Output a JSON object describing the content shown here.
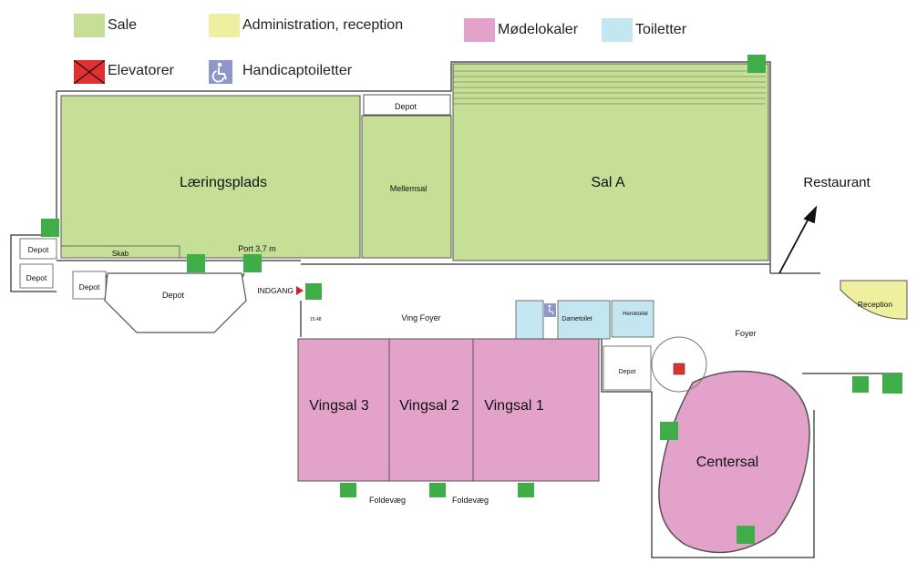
{
  "legend": {
    "sale": {
      "label": "Sale",
      "color": "#c6df96"
    },
    "admin": {
      "label": "Administration, reception",
      "color": "#eef0a0"
    },
    "moede": {
      "label": "Mødelokaler",
      "color": "#e3a2c9"
    },
    "toilet": {
      "label": "Toiletter",
      "color": "#c4e6f0"
    },
    "elevator": {
      "label": "Elevatorer",
      "color": "#e03030"
    },
    "handicap": {
      "label": "Handicaptoiletter",
      "color": "#8d97c9"
    }
  },
  "rooms": {
    "laeringsplads": "Læringsplads",
    "mellemsal": "Mellemsal",
    "sal_a": "Sal A",
    "restaurant": "Restaurant",
    "reception": "Reception",
    "depot_top": "Depot",
    "depot_left1": "Depot",
    "depot_left2": "Depot",
    "depot_left3": "Depot",
    "depot_octagon": "Depot",
    "depot_center": "Depot",
    "skab": "Skab",
    "port": "Port 3,7 m",
    "indgang": "INDGANG",
    "ving_foyer": "Ving Foyer",
    "foyer": "Foyer",
    "dametoilet": "Dametoilet",
    "herretoilet": "Herretoilet",
    "vingsal3": "Vingsal 3",
    "vingsal2": "Vingsal 2",
    "vingsal1": "Vingsal 1",
    "centersal": "Centersal",
    "foldevaeg1": "Foldevæg",
    "foldevaeg2": "Foldevæg",
    "level": "15.48"
  },
  "colors": {
    "exit": "#3fae49",
    "wall": "#555555",
    "indgang_arrow": "#d0202a"
  }
}
